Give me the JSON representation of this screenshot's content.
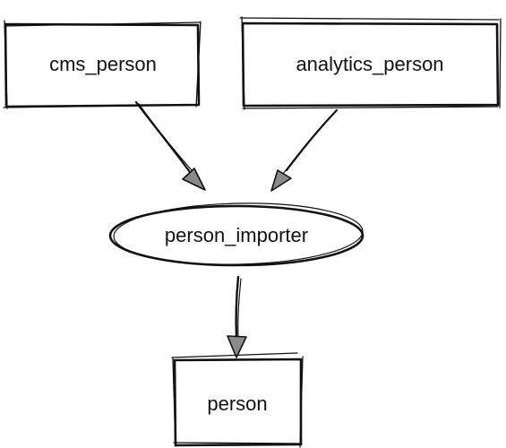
{
  "nodes": {
    "cms_person": "cms_person",
    "analytics_person": "analytics_person",
    "person_importer": "person_importer",
    "person": "person"
  }
}
